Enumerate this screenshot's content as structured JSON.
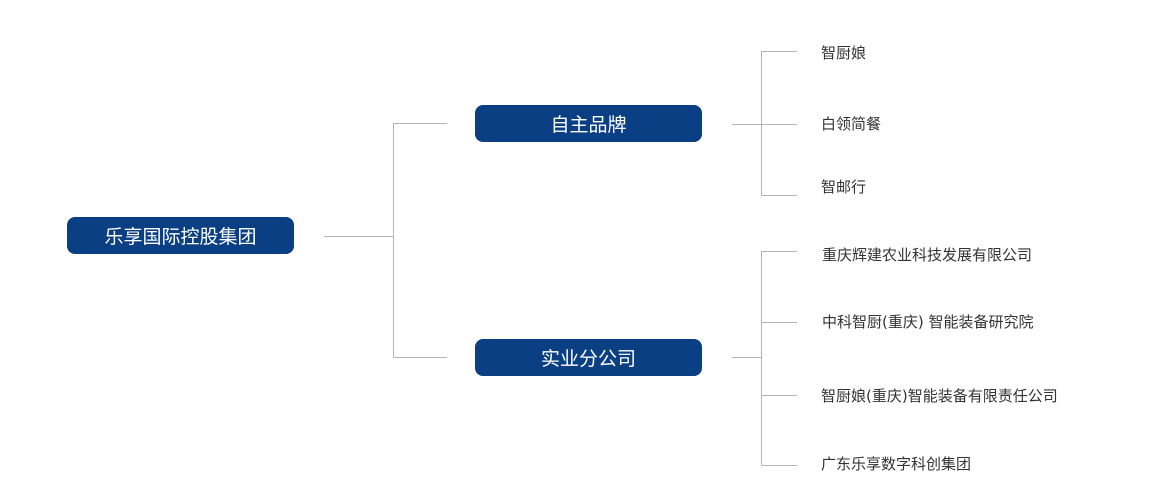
{
  "root": "乐享国际控股集团",
  "branches": [
    {
      "label": "自主品牌",
      "children": [
        "智厨娘",
        "白领简餐",
        "智邮行"
      ]
    },
    {
      "label": "实业分公司",
      "children": [
        "重庆辉建农业科技发展有限公司",
        "中科智厨(重庆) 智能装备研究院",
        "智厨娘(重庆)智能装备有限责任公司",
        "广东乐享数字科创集团"
      ]
    }
  ],
  "colors": {
    "box": "#0b3f84",
    "line": "#b5b5b5",
    "text": "#333333"
  }
}
